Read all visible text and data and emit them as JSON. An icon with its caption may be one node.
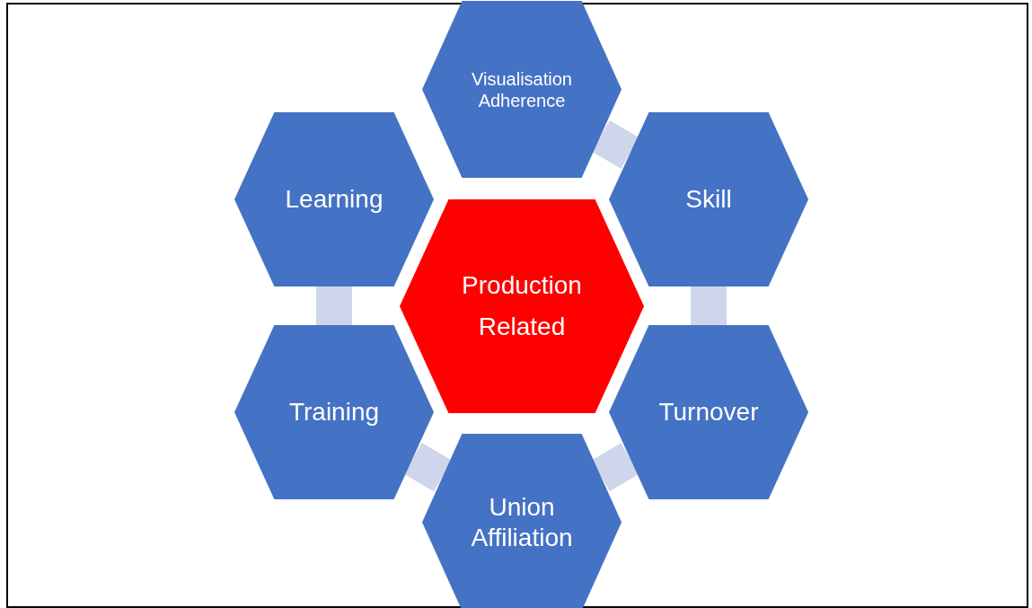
{
  "diagram": {
    "nodes": [
      {
        "text": [
          "Visualisation Adherence"
        ]
      },
      {
        "text": [
          "Learning"
        ]
      },
      {
        "text": [
          "Skill"
        ]
      },
      {
        "text": [
          "Production Related"
        ]
      },
      {
        "text": [
          "Training"
        ]
      },
      {
        "text": [
          "Turnover"
        ]
      },
      {
        "text": [
          "Union Affiliation"
        ]
      }
    ],
    "edges": [
      {
        "from": 0,
        "to": 2,
        "arrow": "none"
      },
      {
        "from": 2,
        "to": 5,
        "arrow": "none"
      },
      {
        "from": 5,
        "to": 6,
        "arrow": "none"
      },
      {
        "from": 6,
        "to": 4,
        "arrow": "none"
      },
      {
        "from": 4,
        "to": 1,
        "arrow": "none"
      }
    ]
  }
}
